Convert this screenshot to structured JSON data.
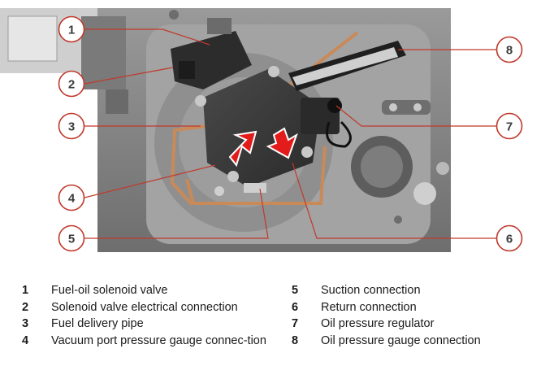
{
  "callouts": [
    "1",
    "2",
    "3",
    "4",
    "5",
    "6",
    "7",
    "8"
  ],
  "legend": {
    "left": [
      {
        "num": "1",
        "text": "Fuel-oil solenoid valve"
      },
      {
        "num": "2",
        "text": "Solenoid valve electrical connection"
      },
      {
        "num": "3",
        "text": "Fuel delivery pipe"
      },
      {
        "num": "4",
        "text": "Vacuum port pressure gauge connec-tion"
      }
    ],
    "right": [
      {
        "num": "5",
        "text": "Suction connection"
      },
      {
        "num": "6",
        "text": "Return connection"
      },
      {
        "num": "7",
        "text": "Oil pressure regulator"
      },
      {
        "num": "8",
        "text": "Oil pressure gauge connection"
      }
    ]
  },
  "colors": {
    "callout_ring": "#c0392b",
    "leader_line": "#c0392b",
    "arrow": "#e31b1b",
    "pipe": "#c98a5a",
    "pump_body": "#3b3b3b",
    "housing": "#8e8e8e"
  }
}
